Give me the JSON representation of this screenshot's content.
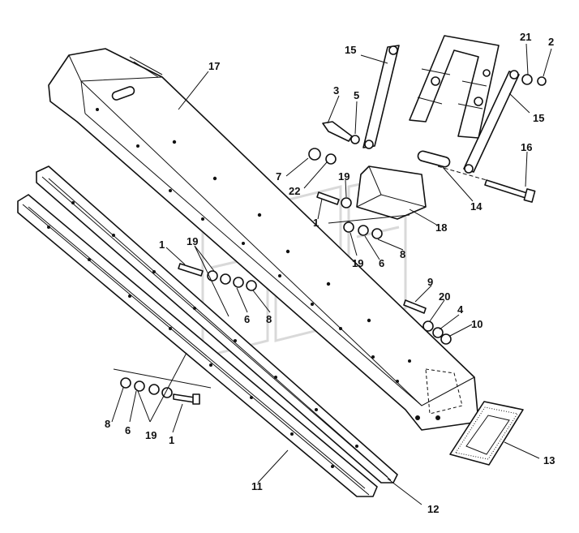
{
  "diagram": {
    "labels": [
      {
        "id": "17",
        "text": "17"
      },
      {
        "id": "15a",
        "text": "15"
      },
      {
        "id": "15b",
        "text": "15"
      },
      {
        "id": "21",
        "text": "21"
      },
      {
        "id": "2",
        "text": "2"
      },
      {
        "id": "3",
        "text": "3"
      },
      {
        "id": "5",
        "text": "5"
      },
      {
        "id": "16",
        "text": "16"
      },
      {
        "id": "7",
        "text": "7"
      },
      {
        "id": "22",
        "text": "22"
      },
      {
        "id": "19a",
        "text": "19"
      },
      {
        "id": "1a",
        "text": "1"
      },
      {
        "id": "14",
        "text": "14"
      },
      {
        "id": "18",
        "text": "18"
      },
      {
        "id": "19b",
        "text": "19"
      },
      {
        "id": "6a",
        "text": "6"
      },
      {
        "id": "8a",
        "text": "8"
      },
      {
        "id": "1b",
        "text": "1"
      },
      {
        "id": "19c",
        "text": "19"
      },
      {
        "id": "6b",
        "text": "6"
      },
      {
        "id": "8b",
        "text": "8"
      },
      {
        "id": "9",
        "text": "9"
      },
      {
        "id": "20",
        "text": "20"
      },
      {
        "id": "4",
        "text": "4"
      },
      {
        "id": "10",
        "text": "10"
      },
      {
        "id": "8c",
        "text": "8"
      },
      {
        "id": "6c",
        "text": "6"
      },
      {
        "id": "19d",
        "text": "19"
      },
      {
        "id": "1c",
        "text": "1"
      },
      {
        "id": "13",
        "text": "13"
      },
      {
        "id": "11",
        "text": "11"
      },
      {
        "id": "12",
        "text": "12"
      }
    ]
  }
}
